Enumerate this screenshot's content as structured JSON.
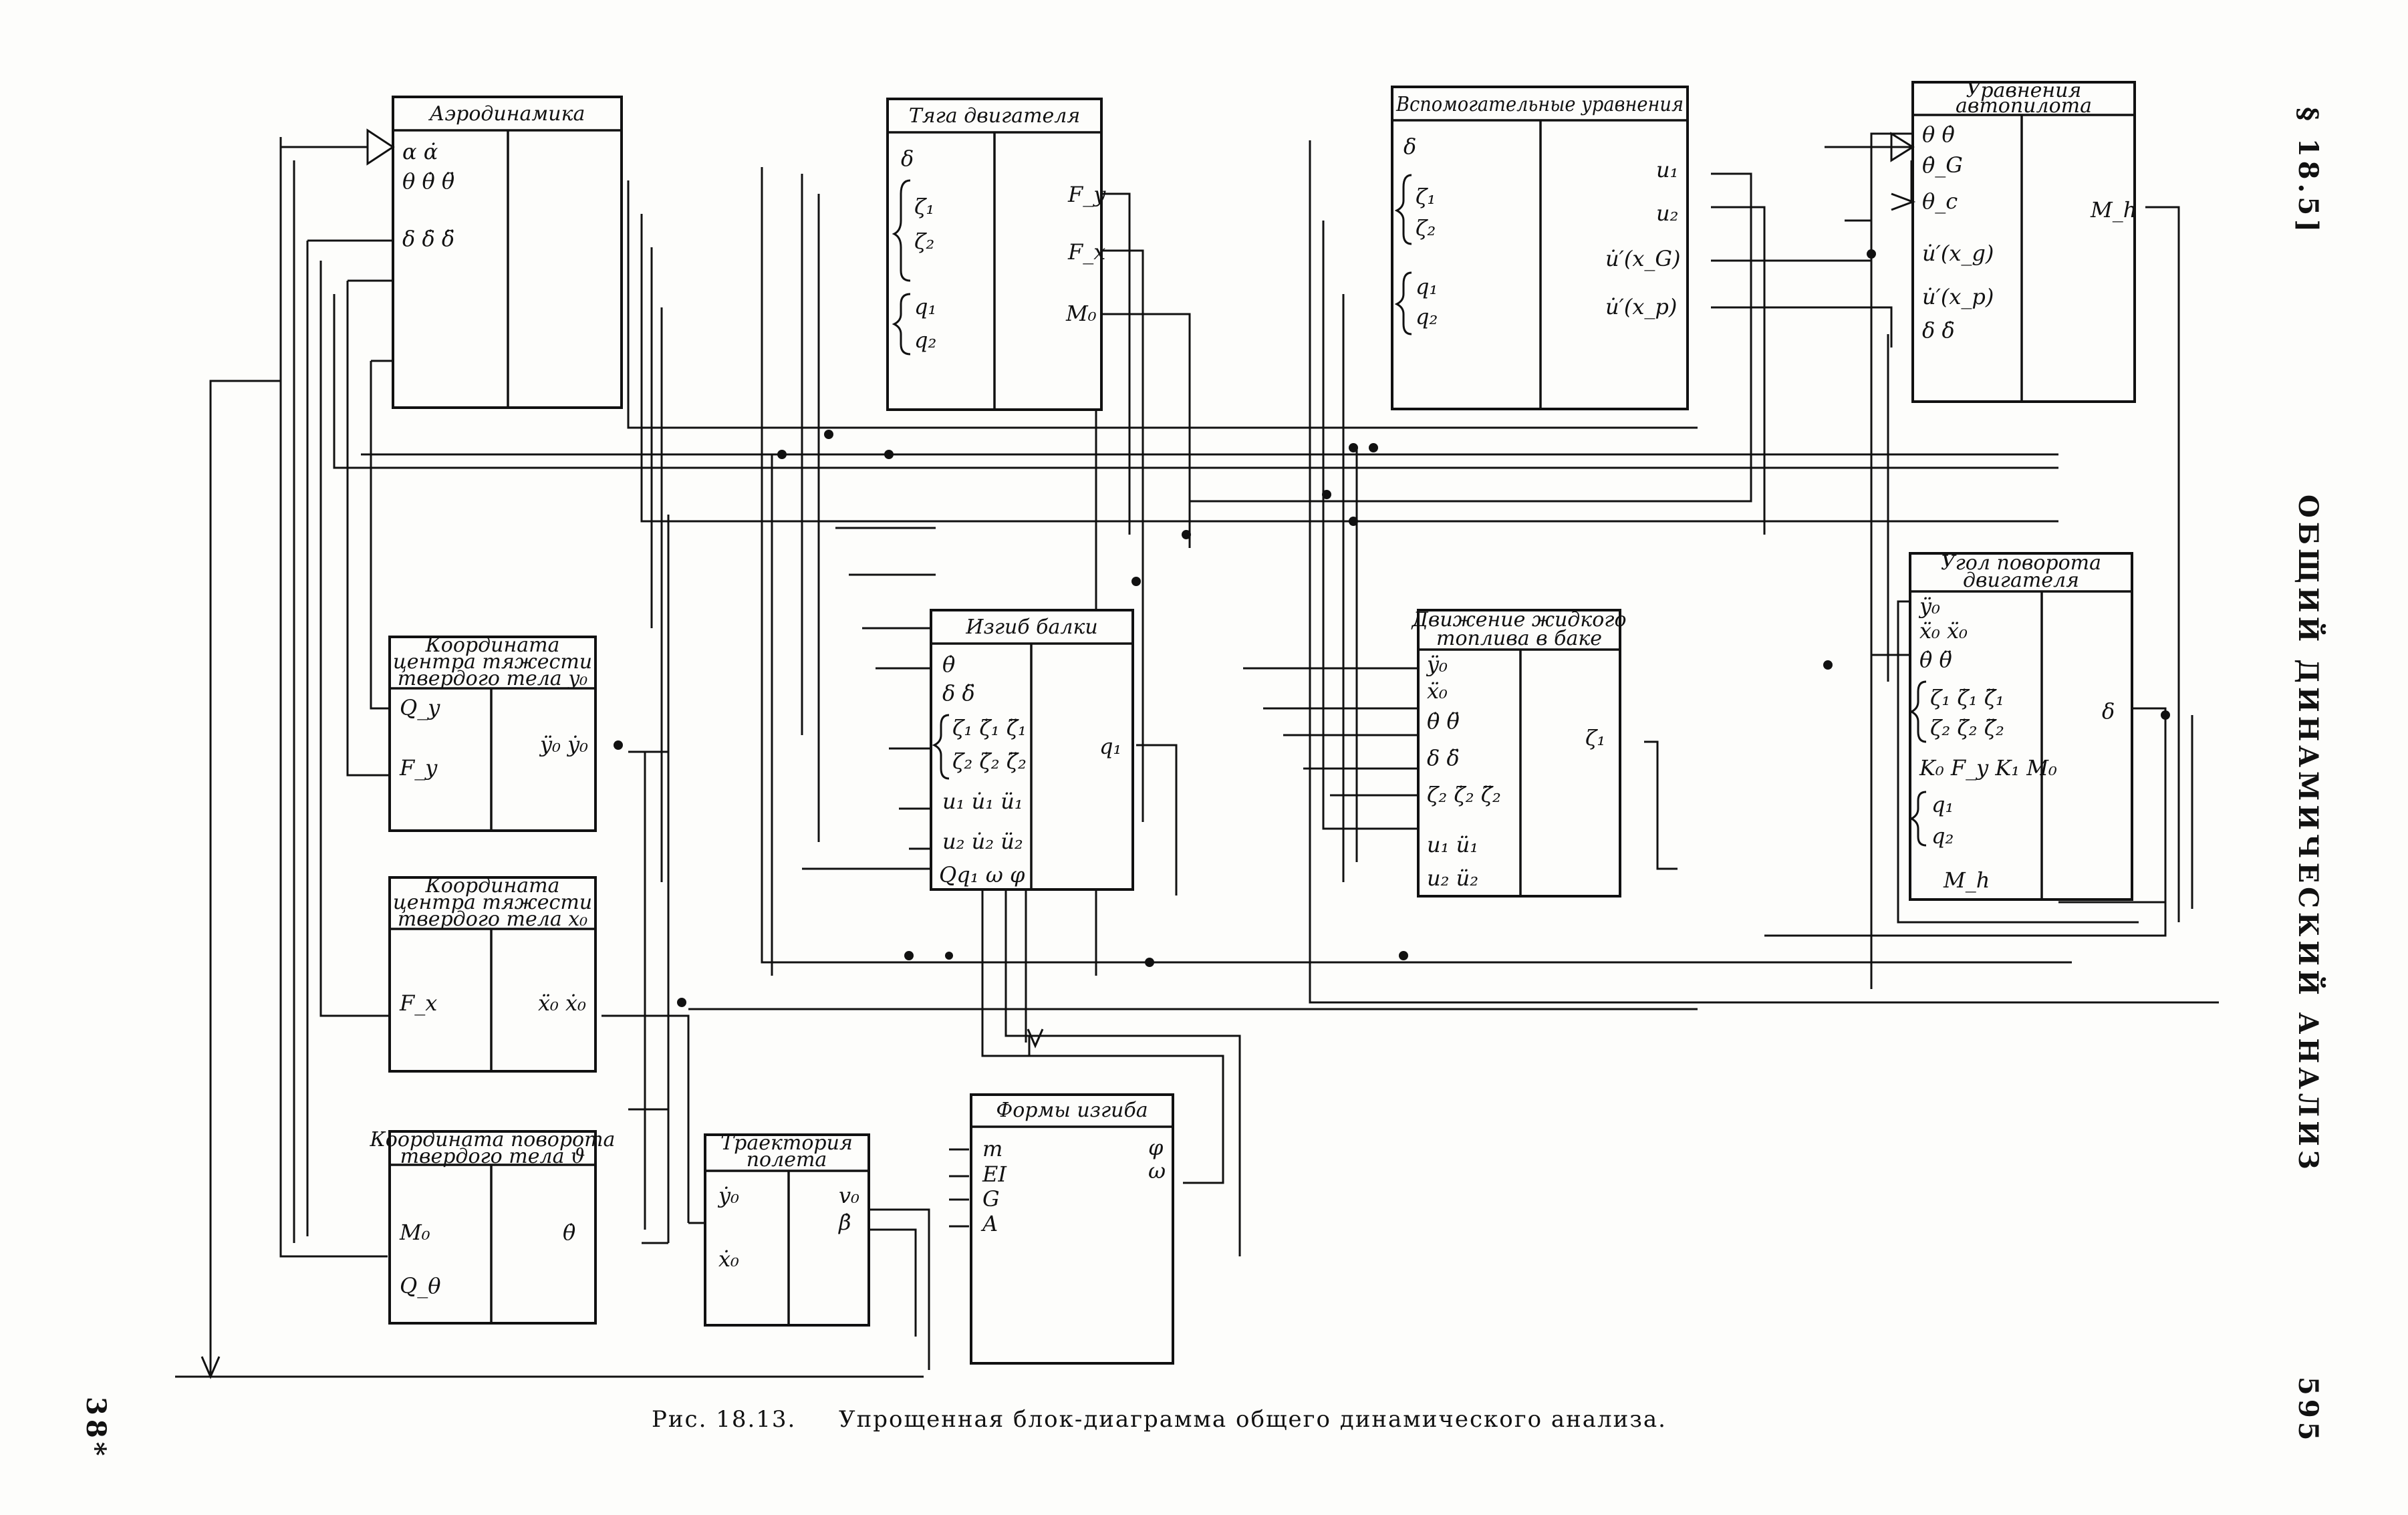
{
  "header": {
    "section": "§ 18.5]",
    "running_title": "ОБЩИЙ ДИНАМИЧЕСКИЙ АНАЛИЗ",
    "page_number": "595",
    "signature_mark": "38*"
  },
  "caption": {
    "label": "Рис. 18.13.",
    "text": "Упрощенная блок-диаграмма общего динамического анализа."
  },
  "blocks": [
    {
      "id": "aero",
      "title": [
        "Аэродинамика"
      ],
      "inputs": [
        "α α̇",
        "θ θ̇ θ̈",
        "δ δ̇ δ̈"
      ],
      "outputs": []
    },
    {
      "id": "thrust",
      "title": [
        "Тяга двигателя"
      ],
      "inputs": [
        "δ",
        "ζ₁",
        "ζ₂",
        "q₁",
        "q₂"
      ],
      "outputs": [
        "F_y",
        "F_x",
        "M₀"
      ]
    },
    {
      "id": "aux",
      "title": [
        "Вспомогательные уравнения"
      ],
      "inputs": [
        "δ",
        "ζ₁",
        "ζ₂",
        "q₁",
        "q₂"
      ],
      "outputs": [
        "u₁",
        "u₂",
        "u̇′(x_G)",
        "u̇′(x_p)"
      ]
    },
    {
      "id": "autopilot",
      "title": [
        "Уравнения",
        "автопилота"
      ],
      "inputs": [
        "θ θ̇",
        "θ̇_G",
        "θ_c",
        "u̇′(x_g)",
        "u̇′(x_p)",
        "δ δ̇"
      ],
      "outputs": [
        "M_h"
      ]
    },
    {
      "id": "cg_y",
      "title": [
        "Координата",
        "центра тяжести",
        "твердого тела y₀"
      ],
      "inputs": [
        "Q_y",
        "F_y"
      ],
      "outputs": [
        "ÿ₀ ẏ₀"
      ]
    },
    {
      "id": "bending",
      "title": [
        "Изгиб балки"
      ],
      "inputs": [
        "θ̇",
        "δ δ̈",
        "ζ₁ ζ̇₁ ζ̈₁",
        "ζ₂ ζ̇₂ ζ̈₂",
        "u₁ u̇₁ ü₁",
        "u₂ u̇₂ ü₂",
        "Qq₁ ω φ"
      ],
      "outputs": [
        "q₁"
      ]
    },
    {
      "id": "fuel",
      "title": [
        "Движение жидкого",
        "топлива в баке"
      ],
      "inputs": [
        "ÿ₀",
        "ẍ₀",
        "θ̇ θ̈",
        "δ δ̈",
        "ζ₂ ζ̇₂ ζ̈₂",
        "u₁ ü₁",
        "u₂ ü₂"
      ],
      "outputs": [
        "ζ₁"
      ]
    },
    {
      "id": "engine_angle",
      "title": [
        "Угол поворота",
        "двигателя"
      ],
      "inputs": [
        "ÿ₀",
        "ẍ₀ ẍ₀",
        "θ̇ θ̈",
        "ζ₁ ζ̇₁ ζ̈₁",
        "ζ₂ ζ̇₂ ζ̈₂",
        "K₀ F_y K₁ M₀",
        "q₁",
        "q₂",
        "M_h"
      ],
      "outputs": [
        "δ"
      ]
    },
    {
      "id": "cg_x",
      "title": [
        "Координата",
        "центра тяжести",
        "твердого тела x₀"
      ],
      "inputs": [
        "F_x"
      ],
      "outputs": [
        "ẍ₀ ẋ₀"
      ]
    },
    {
      "id": "rot",
      "title": [
        "Координата поворота",
        "твердого тела ϑ"
      ],
      "inputs": [
        "M₀",
        "Q_θ"
      ],
      "outputs": [
        "θ̇"
      ]
    },
    {
      "id": "trajectory",
      "title": [
        "Траектория",
        "полета"
      ],
      "inputs": [
        "ẏ₀",
        "ẋ₀"
      ],
      "outputs": [
        "v₀",
        "β̇"
      ]
    },
    {
      "id": "mode_shapes",
      "title": [
        "Формы изгиба"
      ],
      "inputs": [
        "m",
        "EI",
        "G",
        "A"
      ],
      "outputs": [
        "φ",
        "ω"
      ]
    }
  ]
}
